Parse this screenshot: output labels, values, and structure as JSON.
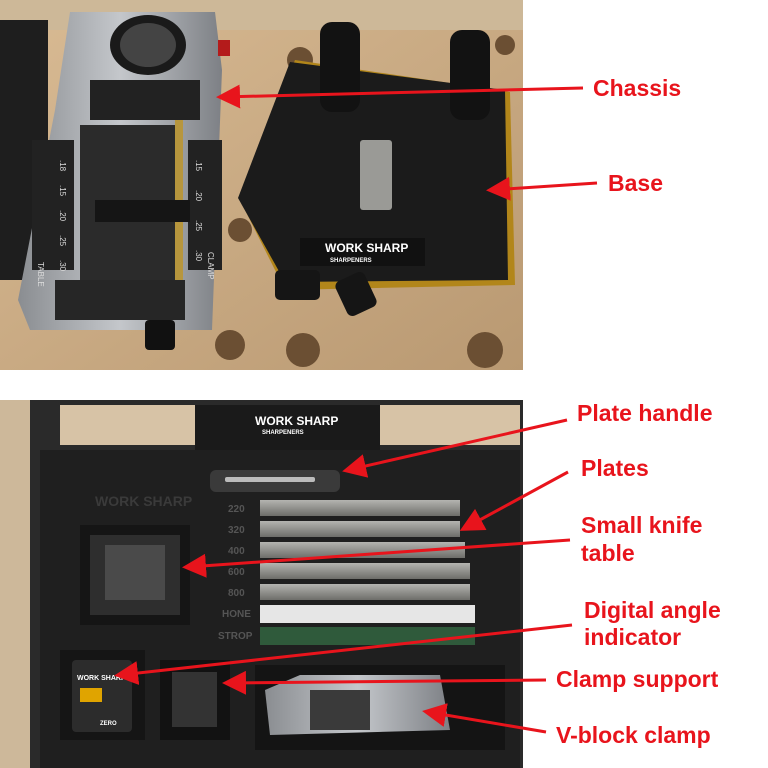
{
  "colors": {
    "label": "#e8141c",
    "arrow": "#e8141c",
    "bench": "#c9a882",
    "case": "#2a2a2a",
    "brand": "#f2a900"
  },
  "top_photo": {
    "logo": {
      "line1": "WORK SHARP",
      "line2": "SHARPENERS"
    },
    "chassis_scale": [
      ".18",
      ".15",
      ".20",
      ".25",
      ".30"
    ],
    "chassis_labels": {
      "left": "TABLE",
      "right": "CLAMP"
    },
    "annotations": [
      {
        "label": "Chassis"
      },
      {
        "label": "Base"
      }
    ]
  },
  "bottom_photo": {
    "logo": {
      "line1": "WORK SHARP",
      "line2": "SHARPENERS"
    },
    "tray_logo": "WORK SHARP",
    "plate_grits": [
      "220",
      "320",
      "400",
      "600",
      "800",
      "HONE",
      "STROP"
    ],
    "indicator_brand": "WORK SHARP",
    "indicator_button": "ZERO",
    "annotations": [
      {
        "label": "Plate handle"
      },
      {
        "label": "Plates"
      },
      {
        "label_line1": "Small knife",
        "label_line2": "table"
      },
      {
        "label_line1": "Digital angle",
        "label_line2": "indicator"
      },
      {
        "label": "Clamp support"
      },
      {
        "label": "V-block clamp"
      }
    ]
  }
}
